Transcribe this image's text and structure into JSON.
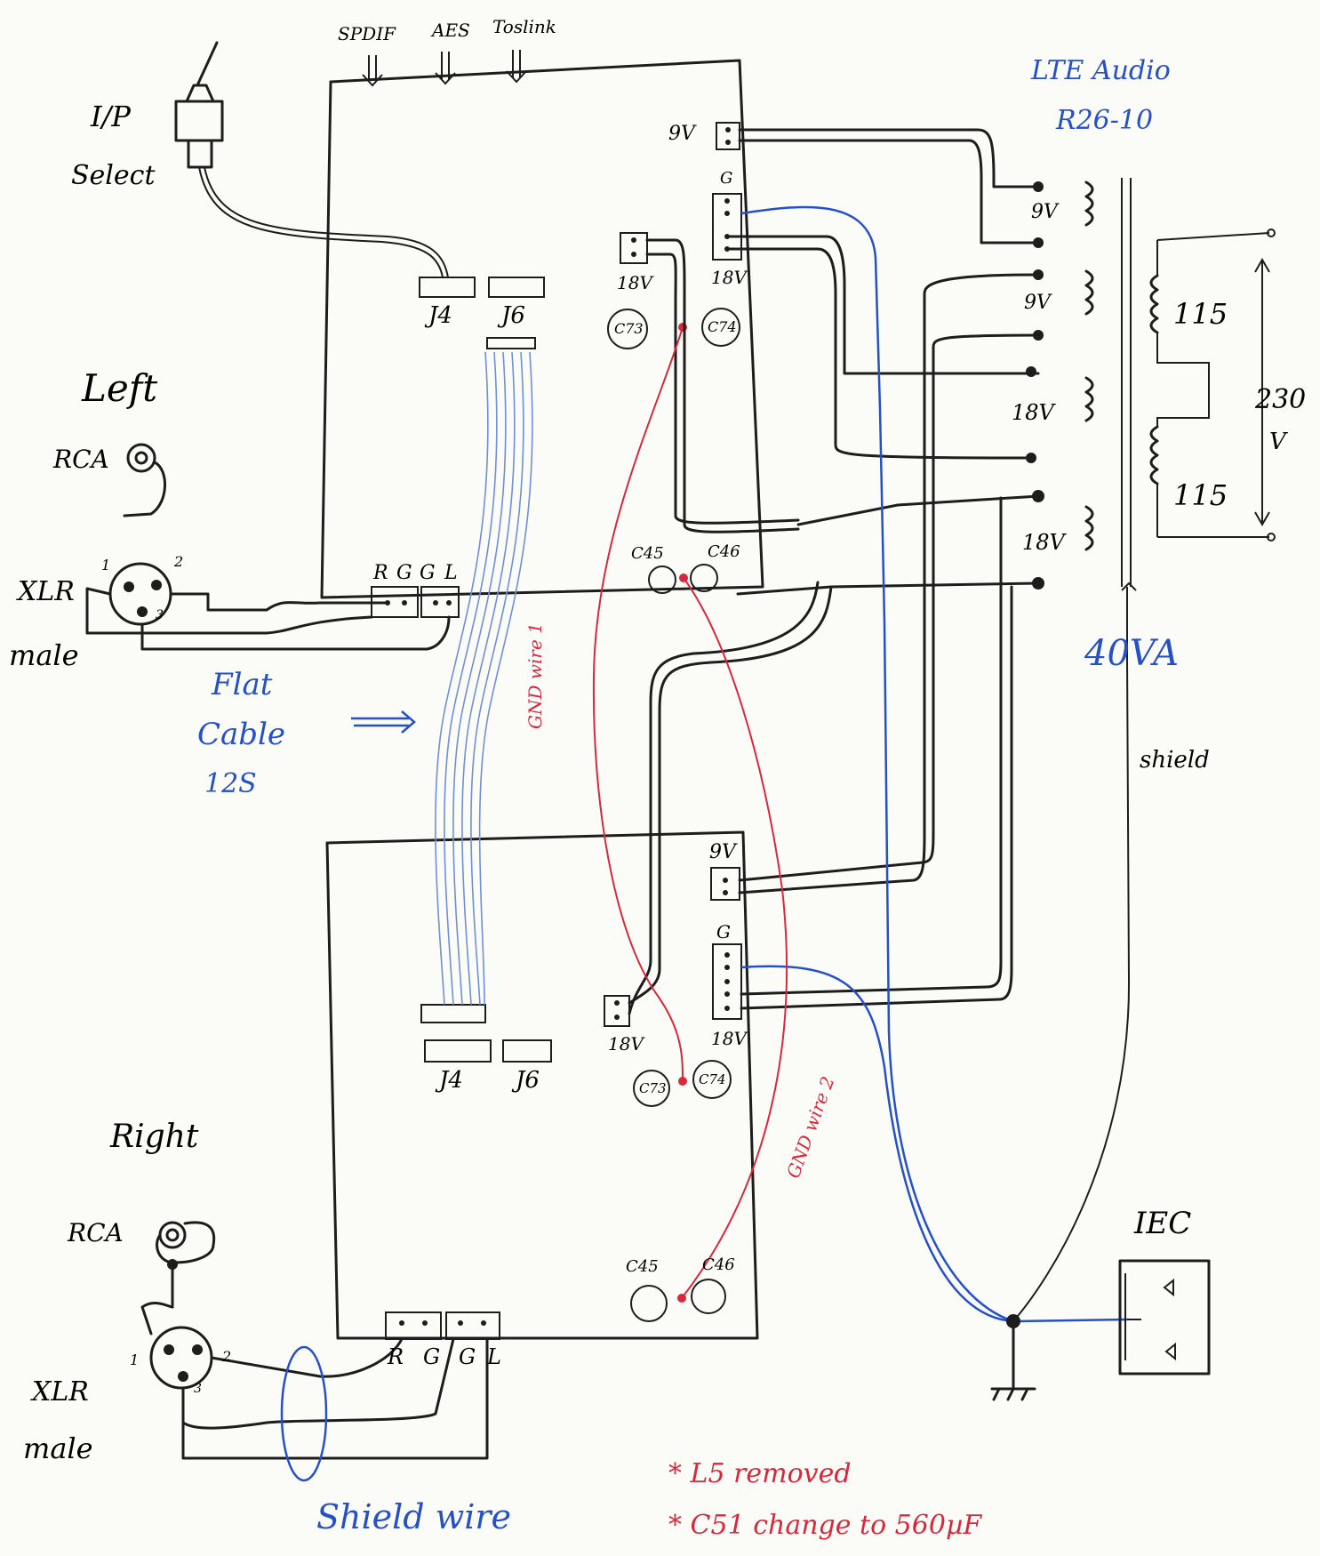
{
  "top_inputs": [
    "SPDIF",
    "AES",
    "Toslink"
  ],
  "input_select": {
    "line1": "I/P",
    "line2": "Select"
  },
  "transformer": {
    "brand": "LTE Audio",
    "model": "R26-10",
    "rating": "40VA",
    "mains_voltage": "230",
    "mains_unit": "V",
    "primary": [
      "115",
      "115"
    ],
    "secondaries": [
      "9V",
      "9V",
      "18V",
      "18V"
    ],
    "shield": "shield"
  },
  "board_top": {
    "j4": "J4",
    "j6": "J6",
    "c73": "C73",
    "c74": "C74",
    "c45": "C45",
    "c46": "C46",
    "v9": "9V",
    "v18a": "18V",
    "v18b": "18V",
    "g": "G",
    "out_labels": [
      "R",
      "G",
      "G",
      "L"
    ]
  },
  "board_bottom": {
    "j4": "J4",
    "j6": "J6",
    "c73": "C73",
    "c74": "C74",
    "c45": "C45",
    "c46": "C46",
    "v9": "9V",
    "v18a": "18V",
    "v18b": "18V",
    "g": "G",
    "out_labels": [
      "R",
      "G",
      "G",
      "L"
    ]
  },
  "left_channel": {
    "title": "Left",
    "rca": "RCA",
    "xlr": "XLR",
    "xlr2": "male",
    "pins": [
      "1",
      "2",
      "3"
    ]
  },
  "right_channel": {
    "title": "Right",
    "rca": "RCA",
    "xlr": "XLR",
    "xlr2": "male",
    "pins": [
      "1",
      "2",
      "3"
    ]
  },
  "flat_cable": {
    "line1": "Flat",
    "line2": "Cable",
    "line3": "12S"
  },
  "gnd_wire_1": "GND wire 1",
  "gnd_wire_2": "GND wire 2",
  "iec": "IEC",
  "shield_wire": "Shield wire",
  "notes": [
    "* L5 removed",
    "* C51 change to 560µF"
  ],
  "colors": {
    "ink": "#1d1d1d",
    "blue": "#2550c6",
    "red": "#d8283a",
    "paper": "#fbfbf8"
  }
}
